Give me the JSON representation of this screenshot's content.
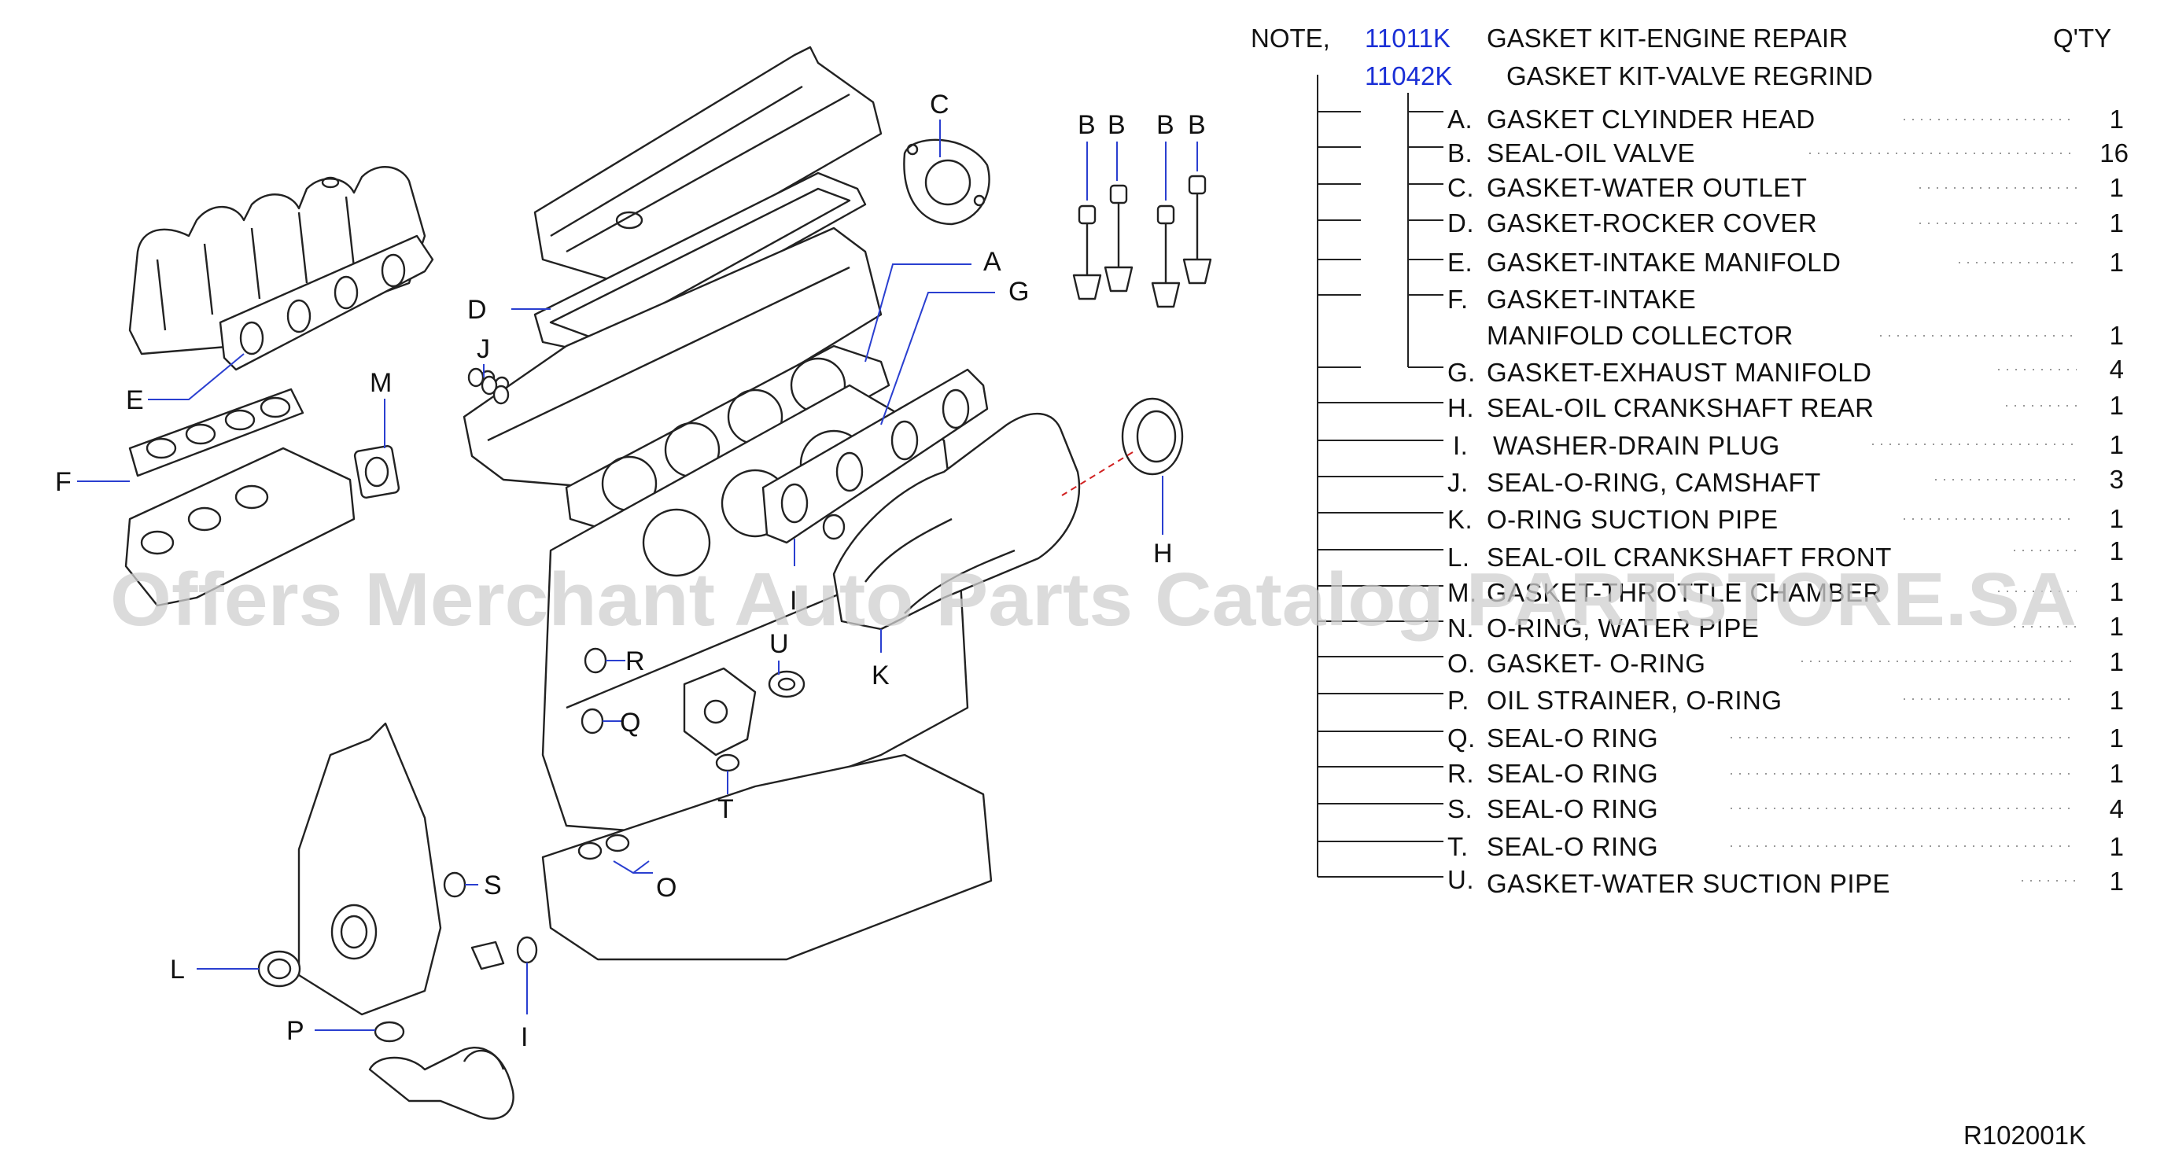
{
  "note": {
    "label": "NOTE,",
    "qty_header": "Q'TY",
    "kits": [
      {
        "code": "11011K",
        "name": "GASKET  KIT-ENGINE  REPAIR"
      },
      {
        "code": "11042K",
        "name": "GASKET  KIT-VALVE  REGRIND"
      }
    ]
  },
  "parts": [
    {
      "letter": "A.",
      "name": "GASKET  CLYINDER  HEAD",
      "qty": "1"
    },
    {
      "letter": "B.",
      "name": "SEAL-OIL  VALVE",
      "qty": "16"
    },
    {
      "letter": "C.",
      "name": "GASKET-WATER  OUTLET",
      "qty": "1"
    },
    {
      "letter": "D.",
      "name": "GASKET-ROCKER  COVER",
      "qty": "1"
    },
    {
      "letter": "E.",
      "name": "GASKET-INTAKE  MANIFOLD",
      "qty": "1"
    },
    {
      "letter": "F.",
      "name": "GASKET-INTAKE",
      "name2": "MANIFOLD  COLLECTOR",
      "qty": "1"
    },
    {
      "letter": "G.",
      "name": "GASKET-EXHAUST  MANIFOLD",
      "qty": "4"
    },
    {
      "letter": "H.",
      "name": "SEAL-OIL  CRANKSHAFT  REAR",
      "qty": "1"
    },
    {
      "letter": "I.",
      "name": "WASHER-DRAIN  PLUG",
      "qty": "1"
    },
    {
      "letter": "J.",
      "name": "SEAL-O-RING,  CAMSHAFT",
      "qty": "3"
    },
    {
      "letter": "K.",
      "name": "O-RING  SUCTION  PIPE",
      "qty": "1"
    },
    {
      "letter": "L.",
      "name": "SEAL-OIL  CRANKSHAFT  FRONT",
      "qty": "1"
    },
    {
      "letter": "M.",
      "name": "GASKET-THROTTLE  CHAMBER",
      "qty": "1"
    },
    {
      "letter": "N.",
      "name": "O-RING,  WATER  PIPE",
      "qty": "1"
    },
    {
      "letter": "O.",
      "name": "GASKET-  O-RING",
      "qty": "1"
    },
    {
      "letter": "P.",
      "name": "OIL  STRAINER,   O-RING",
      "qty": "1"
    },
    {
      "letter": "Q.",
      "name": "SEAL-O  RING",
      "qty": "1"
    },
    {
      "letter": "R.",
      "name": "SEAL-O  RING",
      "qty": "1"
    },
    {
      "letter": "S.",
      "name": "SEAL-O  RING",
      "qty": "4"
    },
    {
      "letter": "T.",
      "name": "SEAL-O  RING",
      "qty": "1"
    },
    {
      "letter": "U.",
      "name": "GASKET-WATER  SUCTION  PIPE",
      "qty": "1"
    }
  ],
  "callouts": {
    "A": "A",
    "B": "B",
    "C": "C",
    "D": "D",
    "E": "E",
    "F": "F",
    "G": "G",
    "H": "H",
    "I": "I",
    "J": "J",
    "K": "K",
    "L": "L",
    "M": "M",
    "O": "O",
    "P": "P",
    "Q": "Q",
    "R": "R",
    "S": "S",
    "T": "T",
    "U": "U"
  },
  "diagram_code": "R102001K",
  "watermark": "Offers Merchant Auto Parts Catalog PARTSTORE.SA"
}
